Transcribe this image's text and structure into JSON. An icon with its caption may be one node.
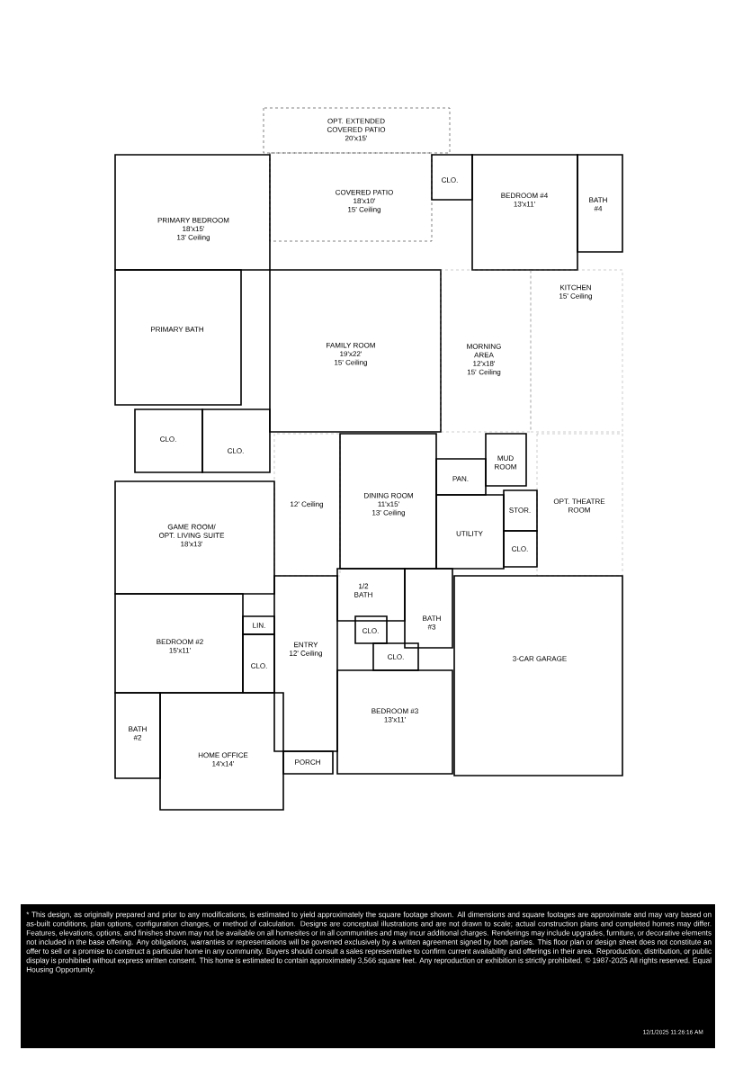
{
  "diagram": {
    "nodes": [
      {
        "text": [
          "OPT. EXTENDED COVERED PATIO",
          "20'x15'"
        ]
      },
      {
        "text": [
          "PRIMARY BEDROOM",
          "18'x15'",
          "13' Ceiling"
        ]
      },
      {
        "text": [
          "COVERED PATIO",
          "18'x10'",
          "15' Ceiling"
        ]
      },
      {
        "text": [
          "CLO."
        ]
      },
      {
        "text": [
          "BEDROOM #4",
          "13'x11'"
        ]
      },
      {
        "text": [
          "BATH #4"
        ]
      },
      {
        "text": [
          "KITCHEN",
          "15' Ceiling"
        ]
      },
      {
        "text": [
          "PRIMARY BATH"
        ]
      },
      {
        "text": [
          "FAMILY ROOM",
          "19'x22'",
          "15' Ceiling"
        ]
      },
      {
        "text": [
          "MORNING AREA",
          "12'x18'",
          "15' Ceiling"
        ]
      },
      {
        "text": [
          "CLO."
        ]
      },
      {
        "text": [
          "CLO."
        ]
      },
      {
        "text": [
          "MUD ROOM"
        ]
      },
      {
        "text": [
          "PAN."
        ]
      },
      {
        "text": [
          "12' Ceiling"
        ]
      },
      {
        "text": [
          "DINING ROOM",
          "11'x15'",
          "13' Ceiling"
        ]
      },
      {
        "text": [
          "OPT. THEATRE ROOM"
        ]
      },
      {
        "text": [
          "STOR."
        ]
      },
      {
        "text": [
          "GAME ROOM/ OPT. LIVING SUITE",
          "18'x13'"
        ]
      },
      {
        "text": [
          "UTILITY"
        ]
      },
      {
        "text": [
          "CLO."
        ]
      },
      {
        "text": [
          "1/2 BATH"
        ]
      },
      {
        "text": [
          "LIN."
        ]
      },
      {
        "text": [
          "BATH #3"
        ]
      },
      {
        "text": [
          "CLO."
        ]
      },
      {
        "text": [
          "BEDROOM #2",
          "15'x11'"
        ]
      },
      {
        "text": [
          "ENTRY",
          "12' Ceiling"
        ]
      },
      {
        "text": [
          "CLO."
        ]
      },
      {
        "text": [
          "CLO."
        ]
      },
      {
        "text": [
          "3-CAR GARAGE"
        ]
      },
      {
        "text": [
          "BEDROOM #3",
          "13'x11'"
        ]
      },
      {
        "text": [
          "BATH #2"
        ]
      },
      {
        "text": [
          "HOME OFFICE",
          "14'x14'"
        ]
      },
      {
        "text": [
          "PORCH"
        ]
      }
    ],
    "labels": [
      "* This design, as originally prepared and prior to any modifications, is estimated to yield approximately the square footage shown. All dimensions and square footages are approximate and may vary based on as-built conditions, plan options, configuration changes, or method of calculation. Designs are conceptual illustrations and are not drawn to scale; actual construction plans and completed homes may differ. Features, elevations, options, and finishes shown may not be available on all homesites or in all communities and may incur additional charges. Renderings may include upgrades, furniture, or decorative elements not included in the base offering. Any obligations, warranties or representations will be governed exclusively by a written agreement signed by both parties. This floor plan or design sheet does not constitute an offer to sell or a promise to construct a particular home in any community. Buyers should consult a sales representative to confirm current availability and offerings in their area. Reproduction, distribution, or public display is prohibited without express written consent. This home is estimated to contain approximately 3,566 square feet. Any reproduction or exhibition is strictly prohibited. © 1987-2025 All rights reserved. Equal Housing Opportunity.",
      "12/1/2025 11:26:16 AM"
    ]
  }
}
